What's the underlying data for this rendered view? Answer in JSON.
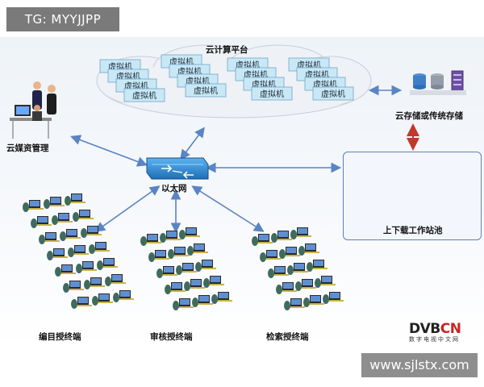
{
  "header_tag": "TG: MYYJJPP",
  "cloud": {
    "title": "云计算平台",
    "vm_label": "虚拟机"
  },
  "nodes": {
    "media_mgmt": "云媒资管理",
    "ethernet": "以太网",
    "storage": "云存储或传统存储",
    "station_pool": "上下载工作站池",
    "edit_terminal": "编目授终端",
    "review_terminal": "审核授终端",
    "search_terminal": "检索授终端"
  },
  "logo": {
    "main_left": "DVB",
    "main_right": "CN",
    "sub": "数字电视中文网"
  },
  "watermark": "www.sjlstx.com",
  "colors": {
    "arrow": "#5a84c4",
    "vm_box": "#c9e8f6",
    "cloud": "#f2f4f7",
    "switch": "#2f8fd8",
    "monitor": "#3f7fe0",
    "bidir_red": "#c0392b"
  }
}
